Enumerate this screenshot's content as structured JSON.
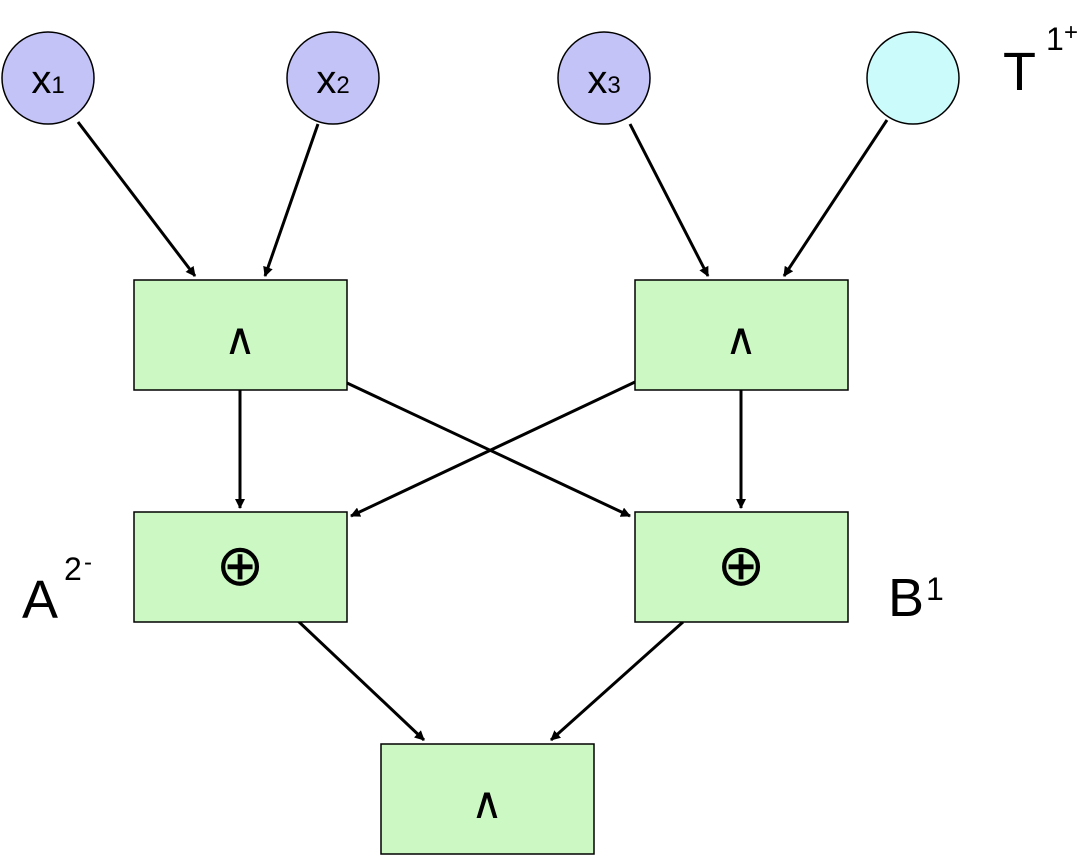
{
  "inputs": [
    {
      "id": "x1",
      "base": "x",
      "sub": "1",
      "color": "#c4c3f7"
    },
    {
      "id": "x2",
      "base": "x",
      "sub": "2",
      "color": "#c4c3f7"
    },
    {
      "id": "x3",
      "base": "x",
      "sub": "3",
      "color": "#c4c3f7"
    },
    {
      "id": "t",
      "base": "",
      "sub": "",
      "color": "#ccfbfb"
    }
  ],
  "gates": [
    {
      "id": "and-left",
      "symbol": "∧"
    },
    {
      "id": "and-right",
      "symbol": "∧"
    },
    {
      "id": "xor-left",
      "symbol": "⊕"
    },
    {
      "id": "xor-right",
      "symbol": "⊕"
    },
    {
      "id": "and-bottom",
      "symbol": "∧"
    }
  ],
  "labels": {
    "t": {
      "base": "T",
      "sup1": "1",
      "sup2": "+"
    },
    "a": {
      "base": "A",
      "sup1": "2",
      "sup2": "-"
    },
    "b": {
      "base": "B",
      "sup1": "1",
      "sup2": ""
    }
  },
  "colors": {
    "gate_fill": "#ccf9c3",
    "stroke": "#000000"
  }
}
